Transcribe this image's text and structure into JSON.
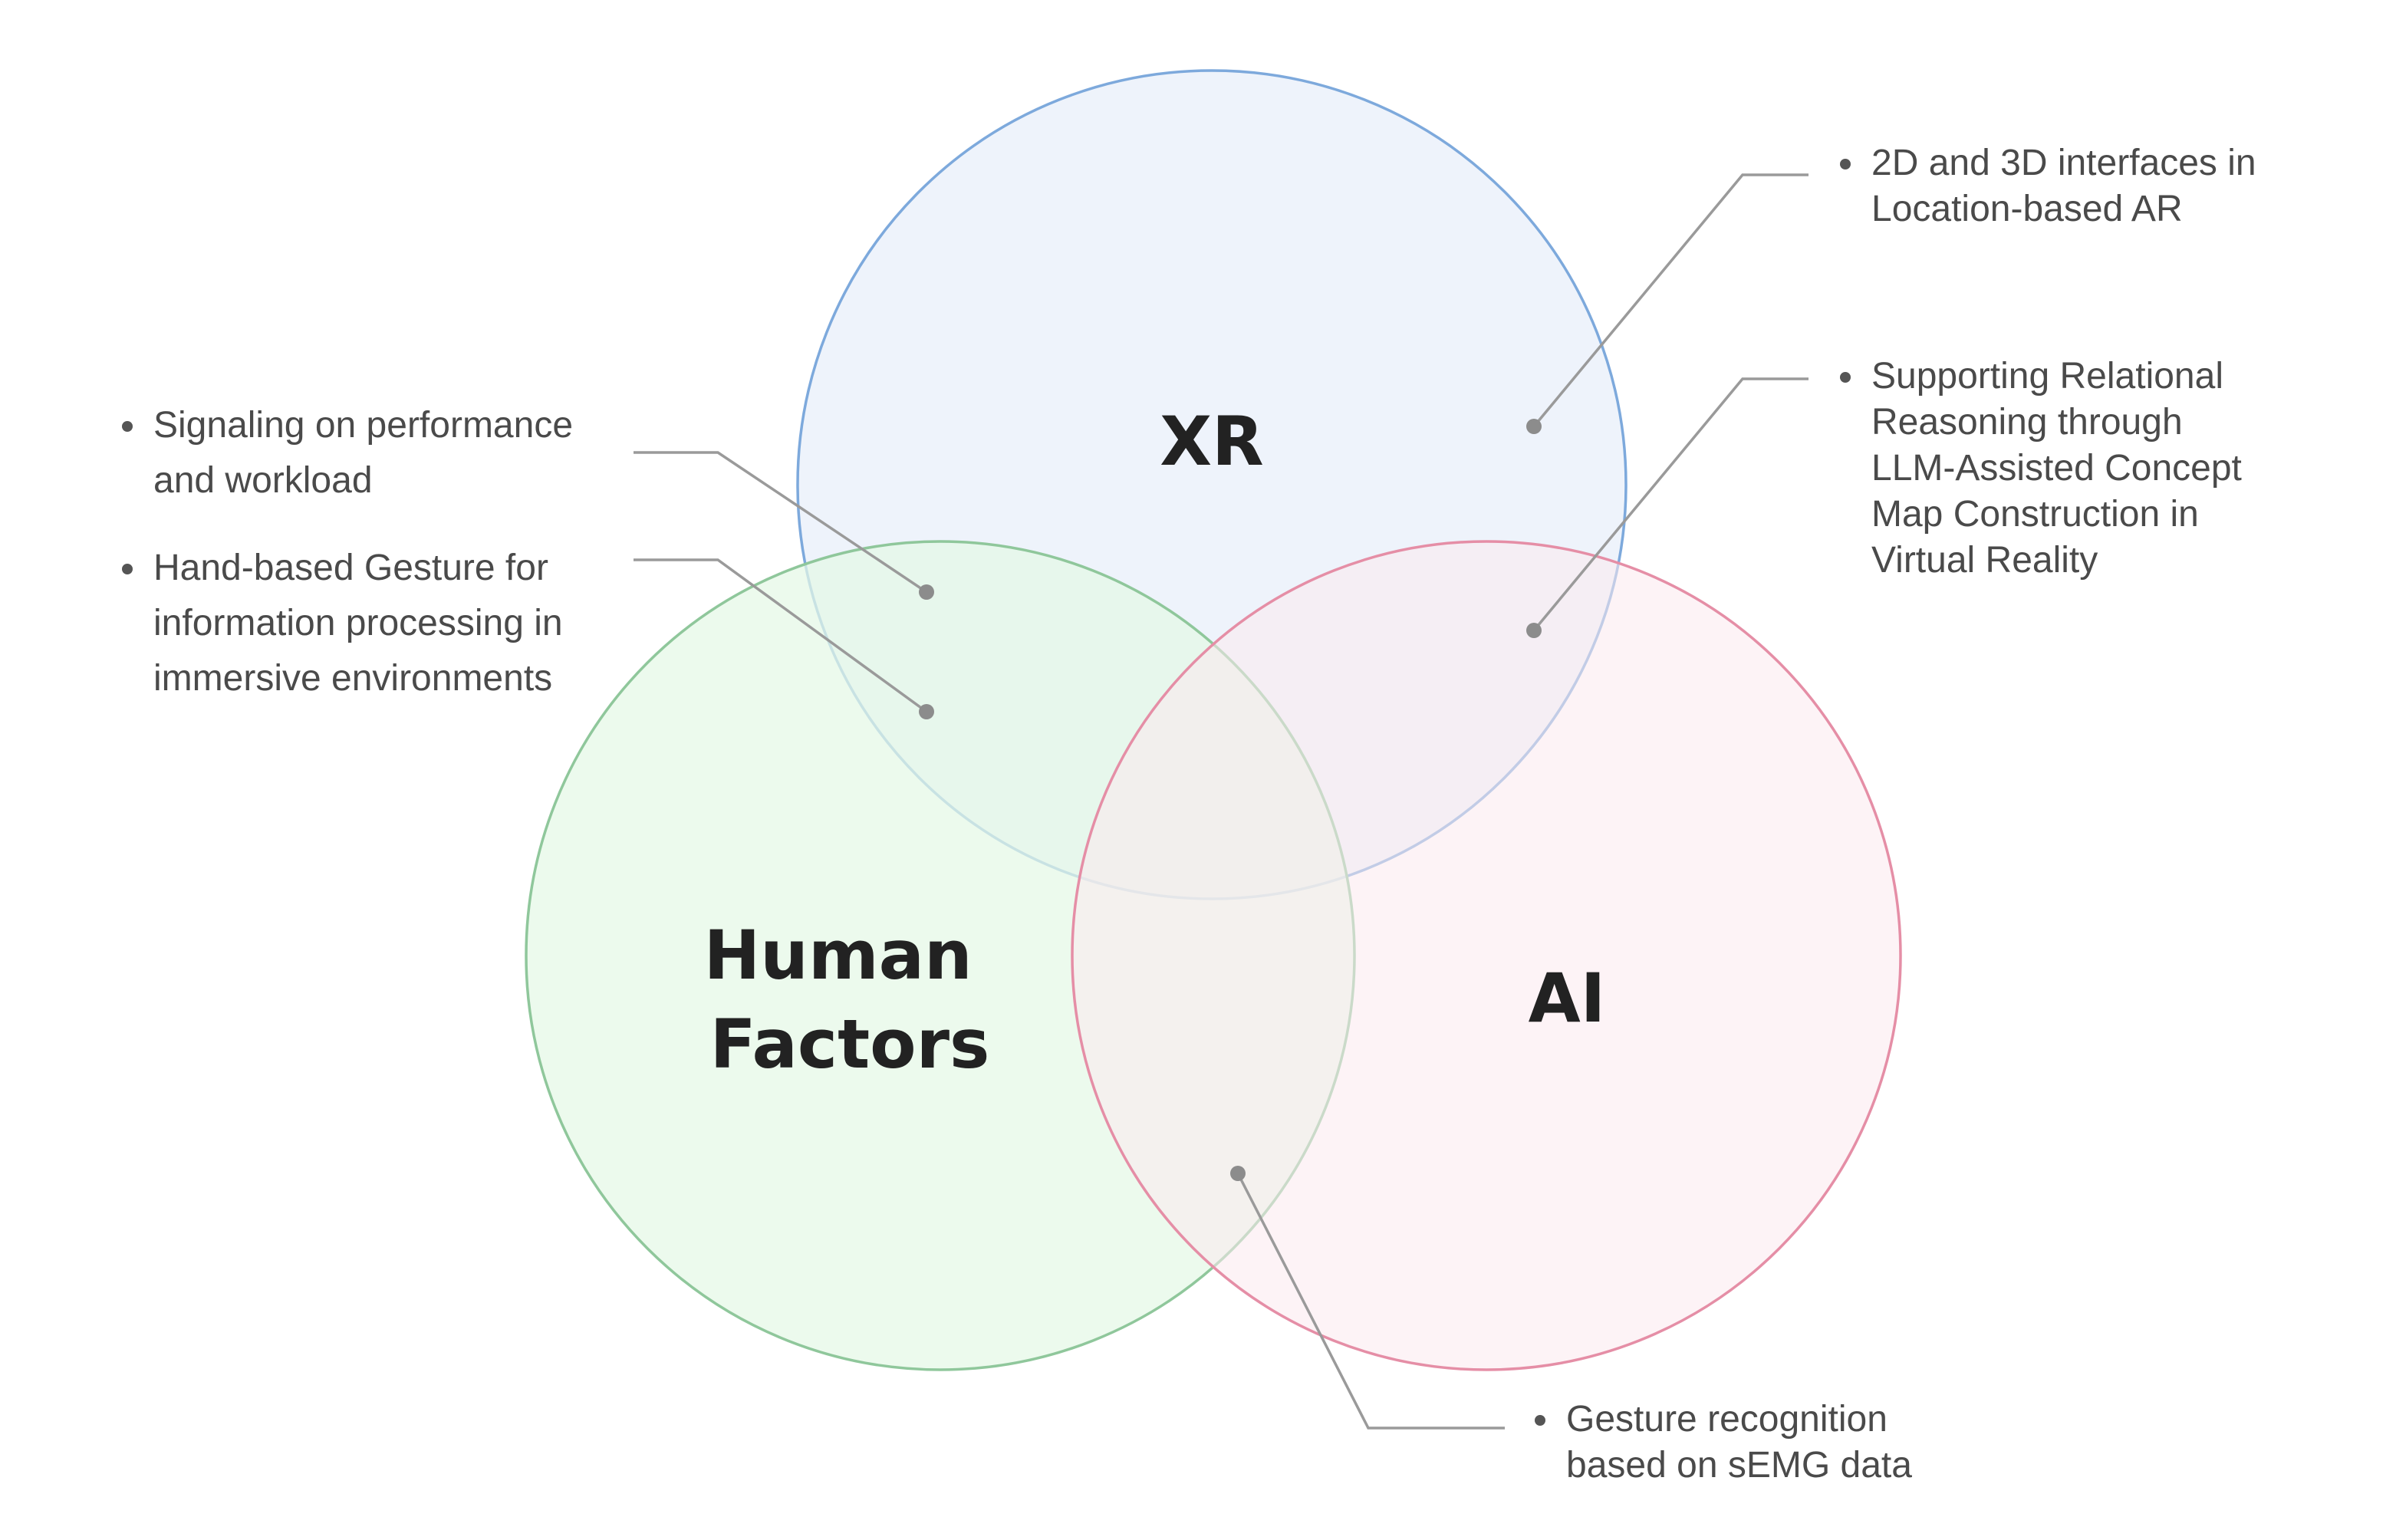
{
  "sets": {
    "xr": {
      "label_lines": [
        "XR"
      ],
      "fill": "#eef3fb",
      "stroke": "#7da9dc"
    },
    "human_factors": {
      "label_lines": [
        "Human",
        "Factors"
      ],
      "fill": "#e5f8e6",
      "stroke": "#8fc79b"
    },
    "ai": {
      "label_lines": [
        "AI"
      ],
      "fill": "#fbe9ee",
      "stroke": "#e58ea6"
    }
  },
  "annotations": {
    "hf_xr_1": {
      "lines": [
        "Signaling on performance",
        "and workload"
      ]
    },
    "hf_xr_2": {
      "lines": [
        "Hand-based Gesture for",
        "information processing in",
        "immersive environments"
      ]
    },
    "xr_only": {
      "lines": [
        "2D and 3D interfaces in",
        "Location-based AR"
      ]
    },
    "xr_ai": {
      "lines": [
        "Supporting Relational",
        "Reasoning through",
        "LLM-Assisted Concept",
        "Map Construction in",
        "Virtual Reality"
      ]
    },
    "hf_ai": {
      "lines": [
        "Gesture recognition",
        "based on sEMG data"
      ]
    }
  }
}
